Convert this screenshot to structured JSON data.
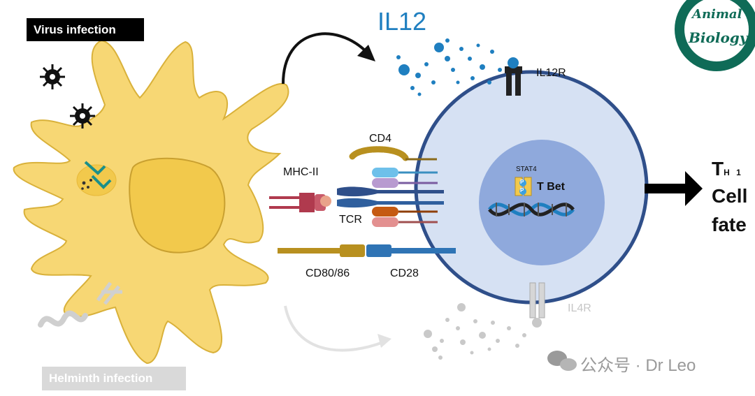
{
  "diagram": {
    "virus_tag": "Virus infection",
    "helminth_tag": "Helminth  infection",
    "il12": "IL12",
    "il12r": "IL12R",
    "cd4": "CD4",
    "mhc": "MHC-II",
    "tcr": "TCR",
    "cd80": "CD80/86",
    "cd28": "CD28",
    "stat4": "STAT4",
    "p": "P",
    "tbet": "T Bet",
    "il4r": "IL4R",
    "fate_line1_big": "T",
    "fate_line1_sub": "H 1",
    "fate_line2": "Cell",
    "fate_line3": "fate",
    "watermark": "公众号 · Dr Leo",
    "logo_top": "Animal",
    "logo_bottom": "Biology"
  },
  "colors": {
    "dendritic_cell": "#f7d774",
    "dendritic_outline": "#d9b13a",
    "t_cell_fill": "#d6e1f3",
    "t_cell_outline": "#2f4f8a",
    "nucleus": "#8fa9dc",
    "il12_blue": "#1f7fc0",
    "logo_green": "#0f6b57"
  }
}
